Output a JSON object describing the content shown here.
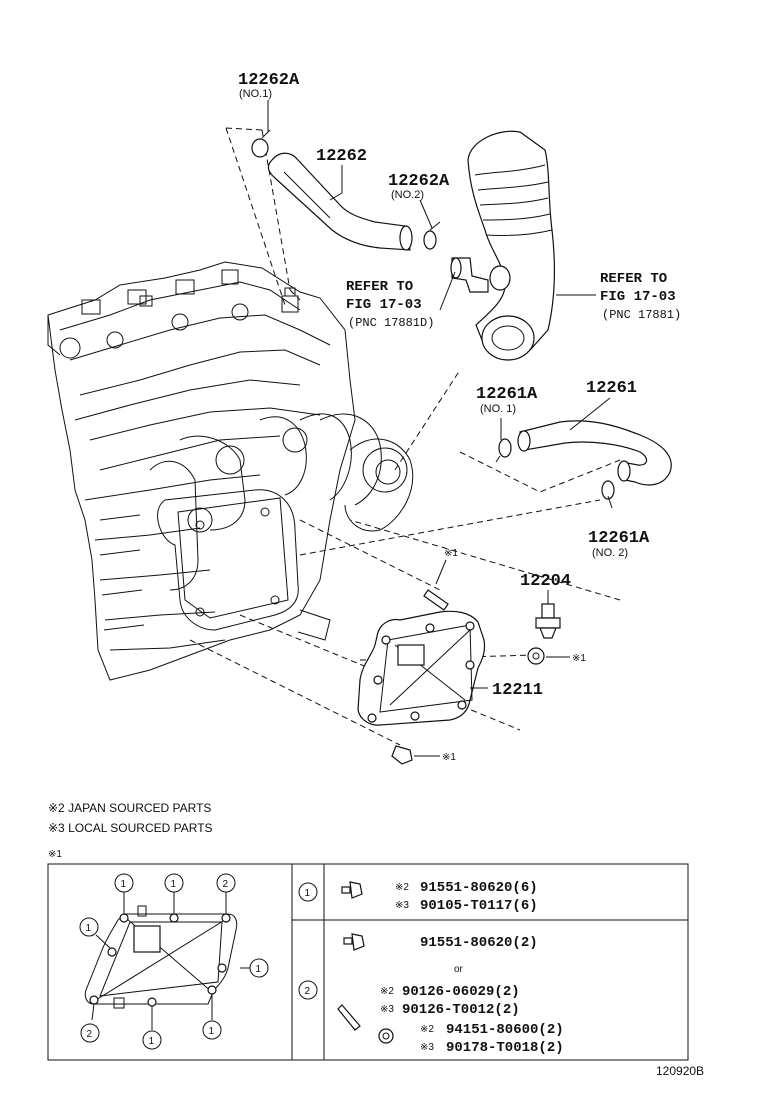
{
  "callouts": {
    "p12262a_1": {
      "num": "12262A",
      "sub": "(NO.1)"
    },
    "p12262": {
      "num": "12262"
    },
    "p12262a_2": {
      "num": "12262A",
      "sub": "(NO.2)"
    },
    "p12261a_1": {
      "num": "12261A",
      "sub": "(NO. 1)"
    },
    "p12261": {
      "num": "12261"
    },
    "p12261a_2": {
      "num": "12261A",
      "sub": "(NO. 2)"
    },
    "p12204": {
      "num": "12204"
    },
    "p12211": {
      "num": "12211"
    }
  },
  "refers": {
    "left": {
      "line1": "REFER TO",
      "line2": "FIG 17-03",
      "line3": "(PNC 17881D)"
    },
    "right": {
      "line1": "REFER TO",
      "line2": "FIG 17-03",
      "line3": "(PNC 17881)"
    }
  },
  "marks": {
    "stud": "※1",
    "nut": "※1",
    "bolt": "※1"
  },
  "notes": {
    "japan": "※2 JAPAN SOURCED PARTS",
    "local": "※3 LOCAL SOURCED PARTS",
    "table_mark": "※1"
  },
  "table": {
    "row1": {
      "key": "1",
      "parts": [
        {
          "mark": "※2",
          "number": "91551-80620(6)"
        },
        {
          "mark": "※3",
          "number": "90105-T0117(6)"
        }
      ]
    },
    "row2": {
      "key": "2",
      "parts": [
        {
          "mark": "",
          "number": "91551-80620(2)"
        },
        {
          "mark": "※2",
          "number": "90126-06029(2)"
        },
        {
          "mark": "※3",
          "number": "90126-T0012(2)"
        },
        {
          "mark": "※2",
          "number": "94151-80600(2)"
        },
        {
          "mark": "※3",
          "number": "90178-T0018(2)"
        }
      ],
      "or": "or"
    }
  },
  "cover_keys": [
    "1",
    "1",
    "2",
    "1",
    "1",
    "2",
    "1",
    "1"
  ],
  "figure_code": "120920B"
}
